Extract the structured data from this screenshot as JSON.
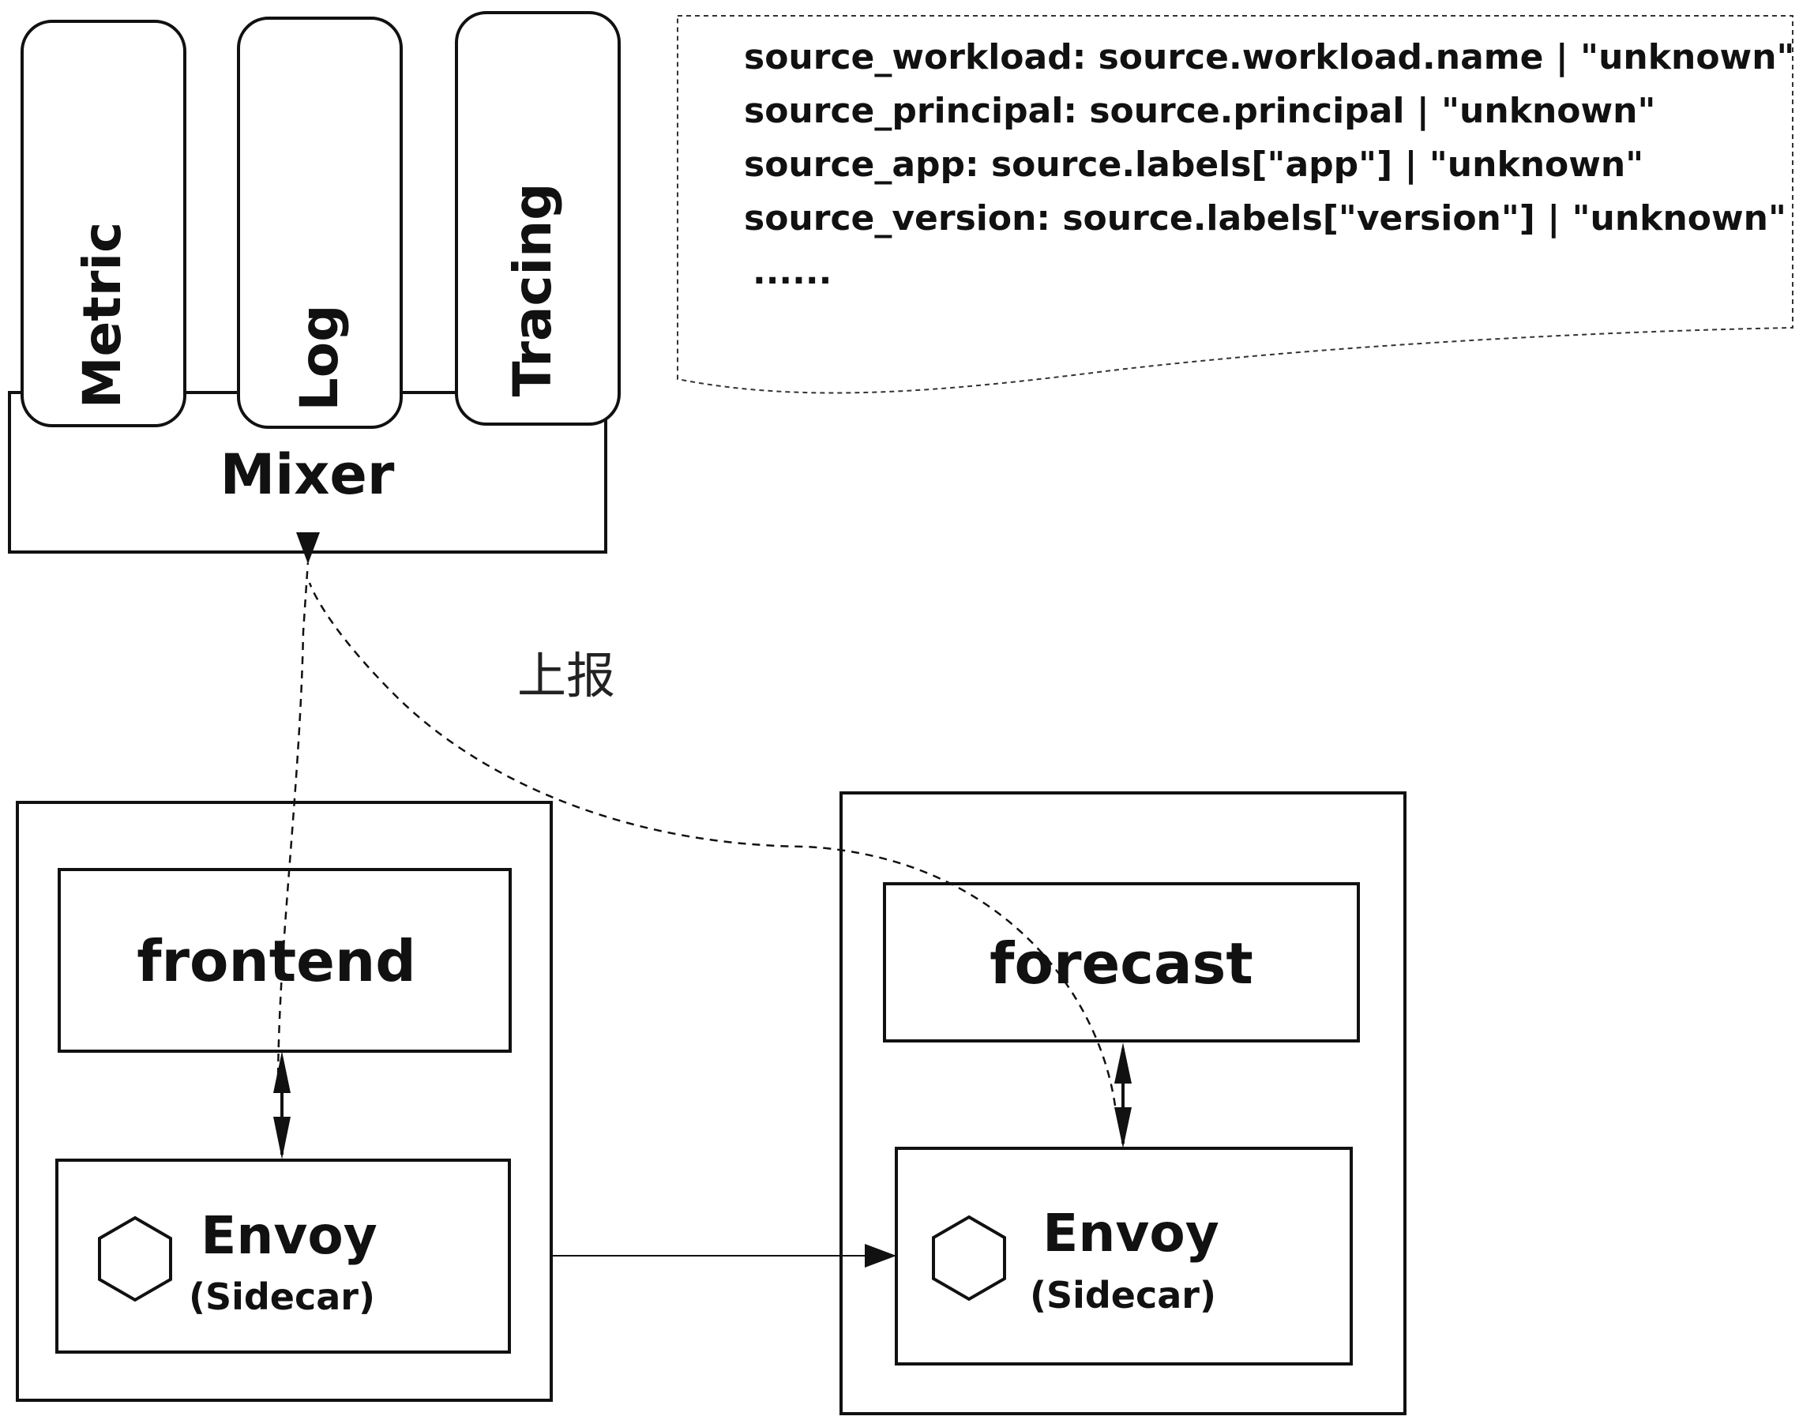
{
  "mixer": {
    "label": "Mixer",
    "adapters": [
      "Metric",
      "Log",
      "Tracing"
    ]
  },
  "note": {
    "lines": [
      "source_workload: source.workload.name | \"unknown\"",
      "source_principal: source.principal | \"unknown\"",
      "source_app: source.labels[\"app\"] | \"unknown\"",
      "source_version: source.labels[\"version\"] | \"unknown\"",
      "......"
    ]
  },
  "report_label": "上报",
  "pods": {
    "frontend": {
      "app_label": "frontend",
      "proxy_label": "Envoy",
      "proxy_sublabel": "(Sidecar)"
    },
    "forecast": {
      "app_label": "forecast",
      "proxy_label": "Envoy",
      "proxy_sublabel": "(Sidecar)"
    }
  },
  "icons": {
    "proxy": "hexagon-icon"
  },
  "colors": {
    "stroke": "#111111",
    "background": "#ffffff"
  }
}
